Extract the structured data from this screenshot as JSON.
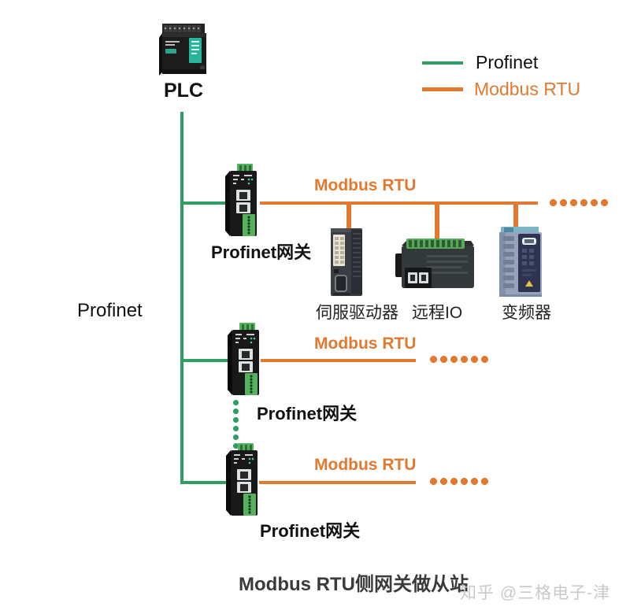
{
  "legend": {
    "items": [
      {
        "label": "Profinet",
        "color": "#2E9E62"
      },
      {
        "label": "Modbus RTU",
        "color": "#E2792F"
      }
    ]
  },
  "plc": {
    "label": "PLC"
  },
  "network": {
    "profinet_label": "Profinet"
  },
  "gateways": [
    {
      "label": "Profinet网关"
    },
    {
      "label": "Profinet网关"
    },
    {
      "label": "Profinet网关"
    }
  ],
  "modbus_lines": [
    {
      "label": "Modbus RTU"
    },
    {
      "label": "Modbus RTU"
    },
    {
      "label": "Modbus RTU"
    }
  ],
  "devices": [
    {
      "label": "伺服驱动器"
    },
    {
      "label": "远程IO"
    },
    {
      "label": "变频器"
    }
  ],
  "caption": {
    "text": "Modbus RTU侧网关做从站"
  },
  "watermark": {
    "text": "知乎 @三格电子-津"
  },
  "colors": {
    "profinet": "#2E9E62",
    "modbus": "#E2792F"
  }
}
